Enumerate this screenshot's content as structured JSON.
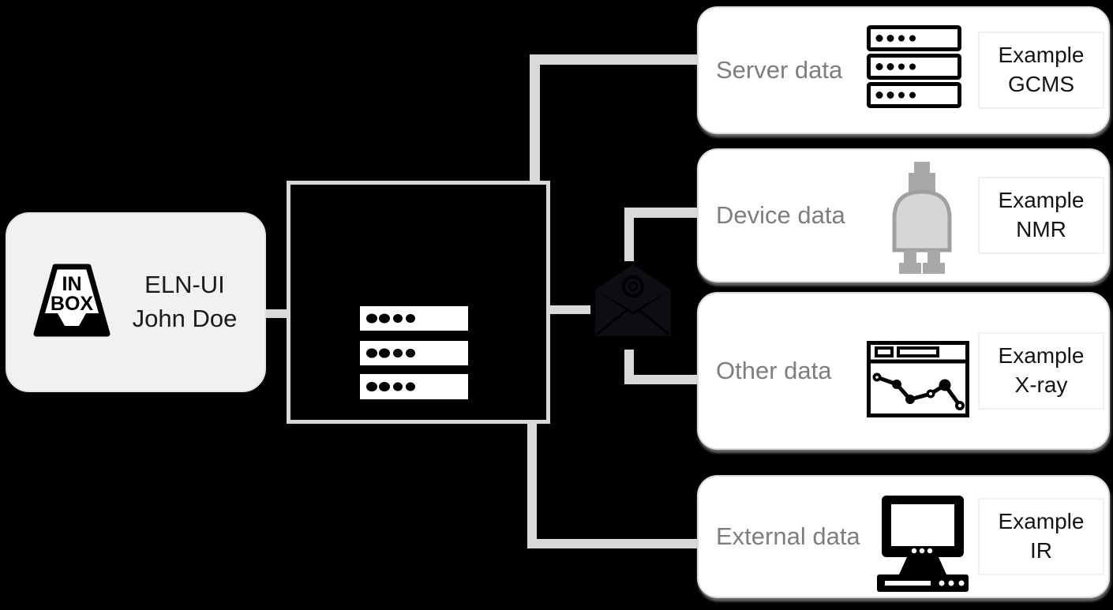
{
  "diagram": {
    "background": "#000000",
    "connector_color": "#d9d9d9",
    "type": "data-flow-diagram"
  },
  "source": {
    "line1": "ELN-UI",
    "line2": "John Doe",
    "icon": "inbox-icon",
    "inbox_icon_text": {
      "top": "IN",
      "bottom": "BOX"
    },
    "fill": "#f1f1f1"
  },
  "hub": {
    "icon": "server-stack-icon",
    "fill": "#000000",
    "border": "#d9d9d9"
  },
  "relay": {
    "icon": "open-envelope-at-icon",
    "fill": "#0d0d14"
  },
  "targets": [
    {
      "label": "Server data",
      "example": [
        "Example",
        "GCMS"
      ],
      "icon": "server-rack-icon"
    },
    {
      "label": "Device data",
      "example": [
        "Example",
        "NMR"
      ],
      "icon": "nmr-probe-icon"
    },
    {
      "label": "Other data",
      "example": [
        "Example",
        "X-ray"
      ],
      "icon": "chart-window-icon"
    },
    {
      "label": "External data",
      "example": [
        "Example",
        "IR"
      ],
      "icon": "desktop-computer-icon"
    }
  ],
  "colors": {
    "target_fill": "#ffffff",
    "target_border": "#dbdbdb",
    "label_gray": "#7e7e7e",
    "text_black": "#1a1a1a",
    "example_border": "#f0f0f0",
    "nmr_light_gray": "#d6d6d6",
    "nmr_dark_gray": "#a8a8a8"
  }
}
